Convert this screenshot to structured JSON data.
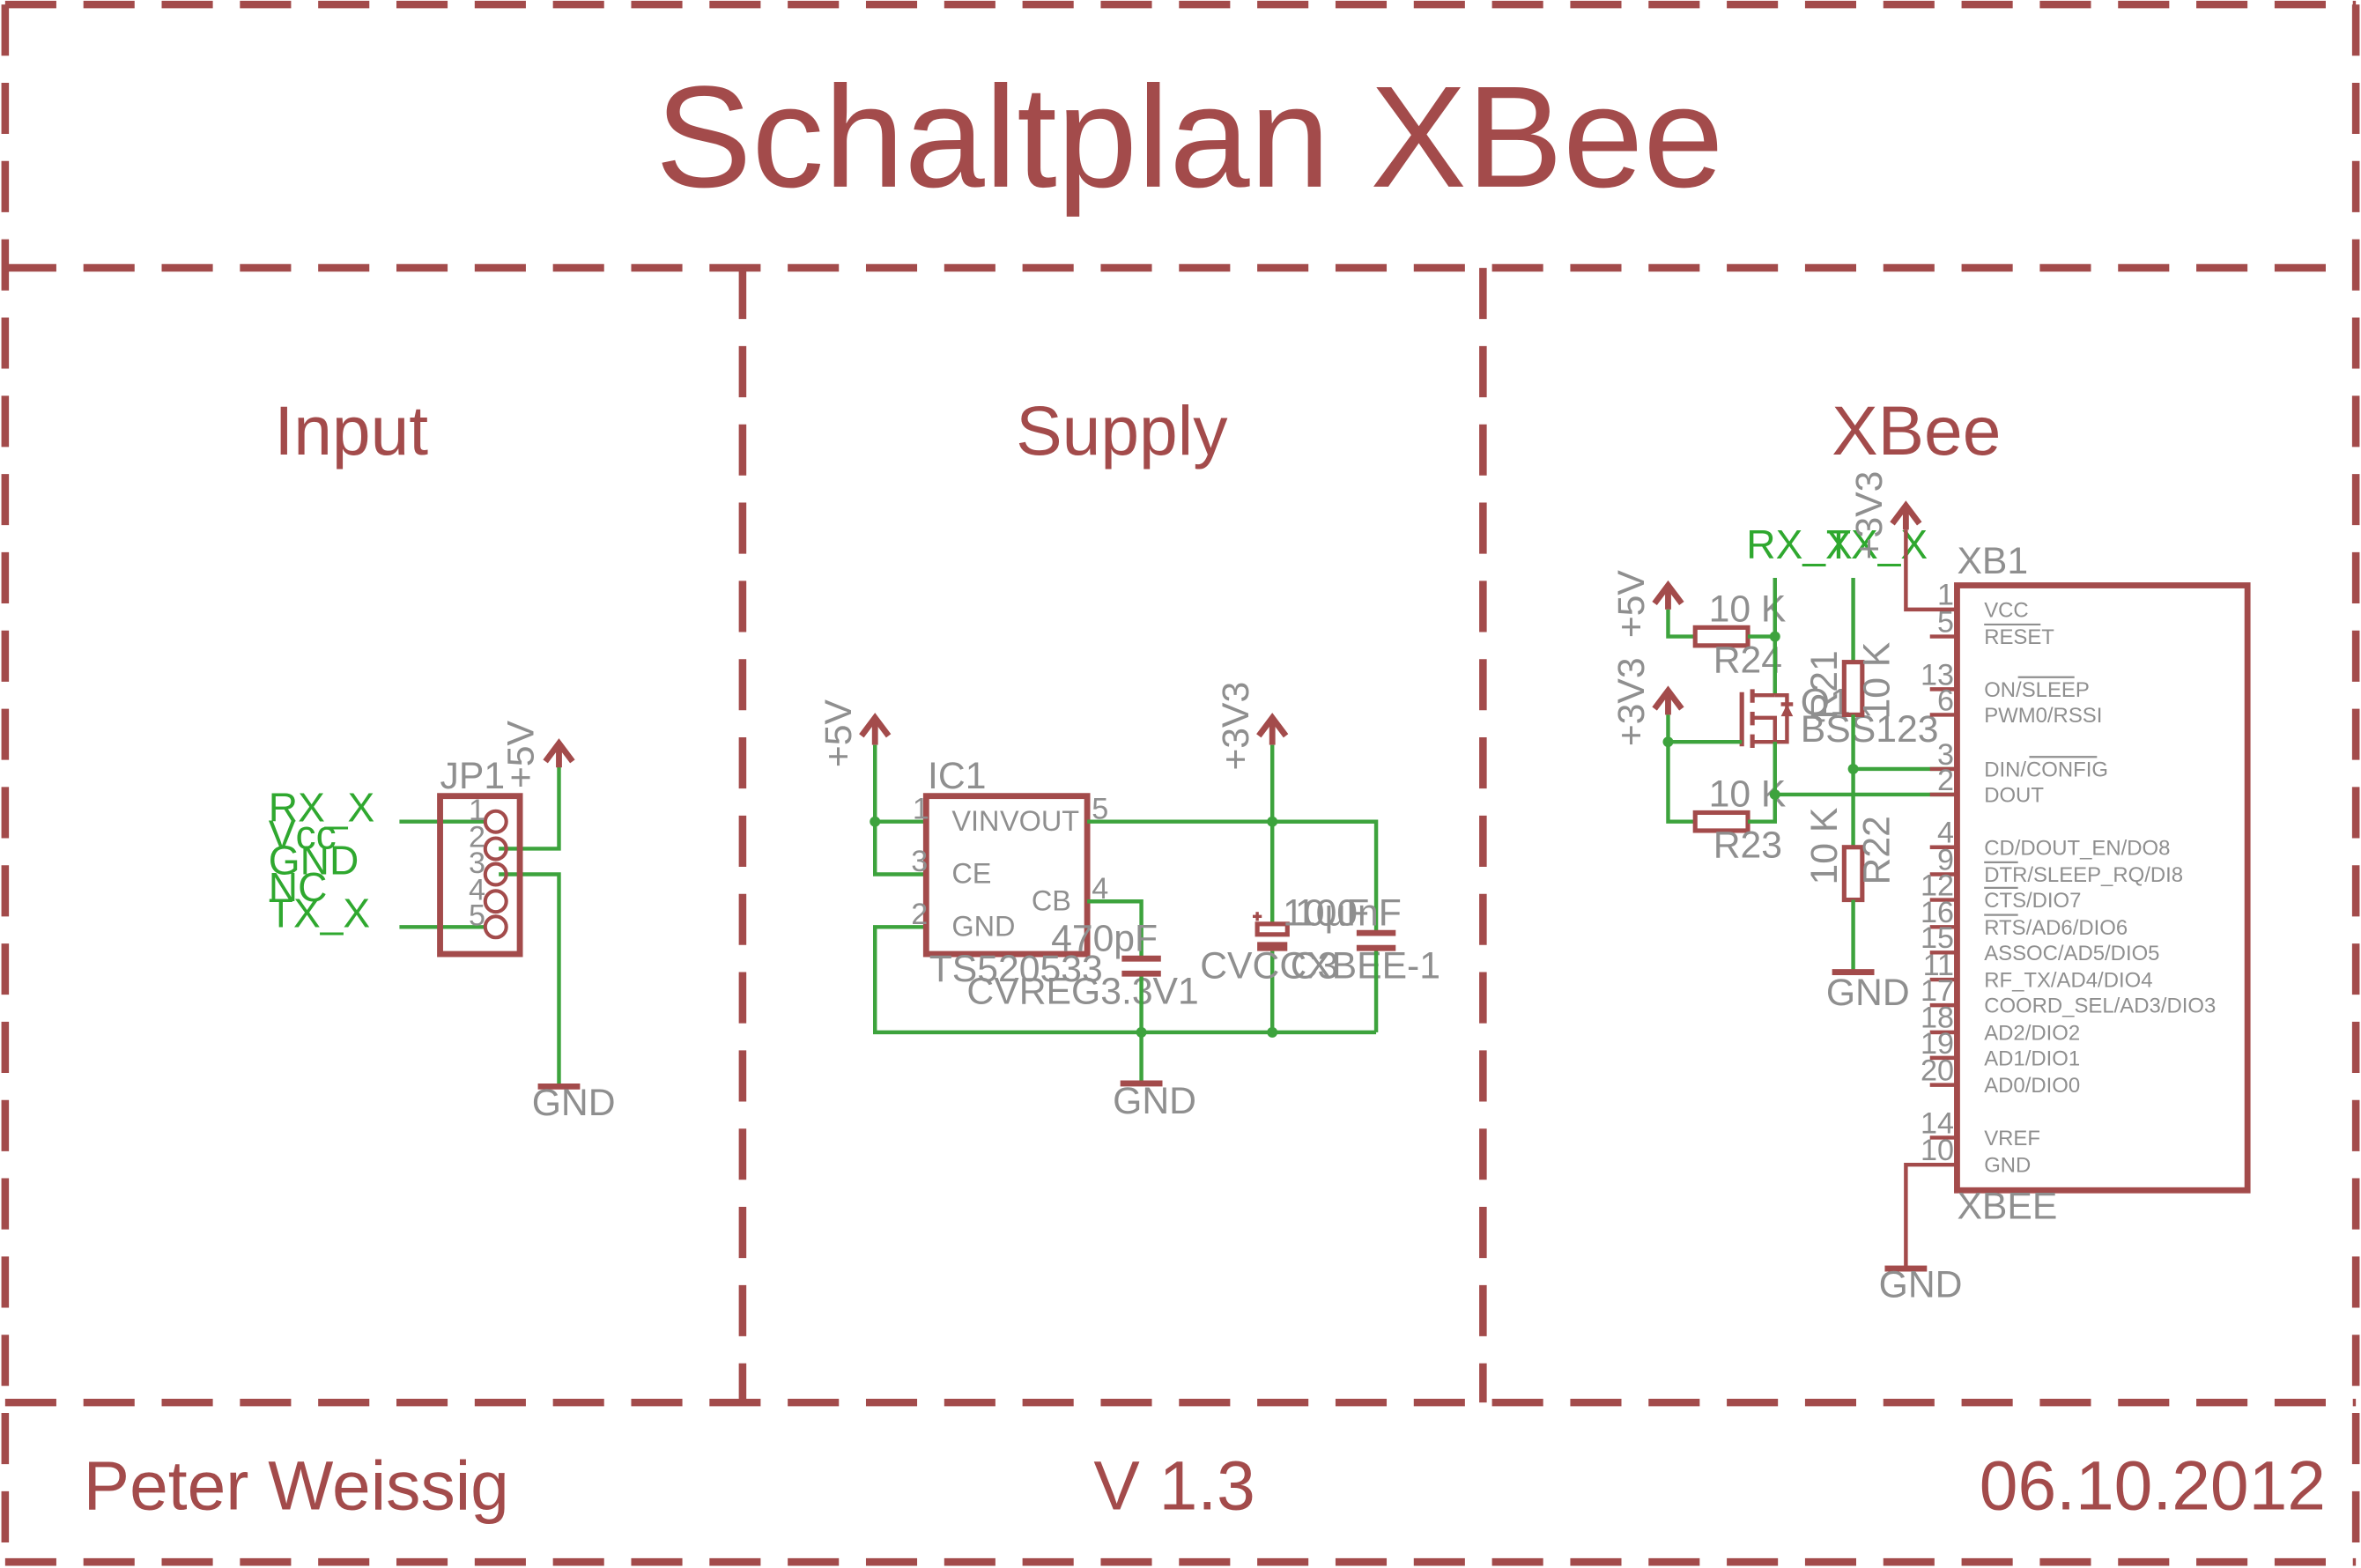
{
  "title": "Schaltplan XBee",
  "sections": {
    "input": "Input",
    "supply": "Supply",
    "xbee": "XBee"
  },
  "footer": {
    "author": "Peter Weissig",
    "version": "V 1.3",
    "date": "06.10.2012"
  },
  "colors": {
    "frame": "#a34b4b",
    "wire": "#3da33d",
    "label": "#8f8f8f",
    "net_label": "#2fa82f"
  },
  "input": {
    "connector": "JP1",
    "signals": [
      "RX_X",
      "Vcc",
      "GND",
      "NC",
      "TX_X"
    ],
    "pins": [
      "1",
      "2",
      "3",
      "4",
      "5"
    ],
    "supply_label": "+5V",
    "gnd_label": "GND"
  },
  "supply": {
    "supply_in": "+5V",
    "supply_out": "+3V3",
    "gnd_label": "GND",
    "regulator": {
      "name": "IC1",
      "part": "TS520533",
      "value": "CVREG3.3V1",
      "pins": {
        "vin": "VIN",
        "vout": "VOUT",
        "ce": "CE",
        "cb": "CB",
        "gnd": "GND"
      },
      "pin_numbers": {
        "vin": "1",
        "ce": "3",
        "gnd": "2",
        "vout": "5",
        "cb": "4"
      }
    },
    "cb_cap_value": "470pF",
    "elko": {
      "value": "10µF",
      "name": "CVCCXBEE-1"
    },
    "cap_value": "100nF",
    "cap_name": "C3"
  },
  "xbee": {
    "rx_net": "RX_X",
    "tx_net": "TX_X",
    "supply_5v": "+5V",
    "supply_3v3": "+3V3",
    "supply_3v3_b": "+3V3",
    "gnd_label": "GND",
    "r24": {
      "name": "R24",
      "value": "10 K"
    },
    "r23": {
      "name": "R23",
      "value": "10 K"
    },
    "r21": {
      "name": "R21",
      "value": "10 K"
    },
    "r22": {
      "name": "R22",
      "value": "10 K"
    },
    "transistor": {
      "name": "Q1",
      "part": "BSS123"
    },
    "module": {
      "name": "XB1",
      "value": "XBEE",
      "pins": [
        {
          "num": "1",
          "name": "VCC"
        },
        {
          "num": "5",
          "name": "RESET"
        },
        {
          "num": "13",
          "name": "ON/SLEEP"
        },
        {
          "num": "6",
          "name": "PWM0/RSSI"
        },
        {
          "num": "3",
          "name": "DIN/CONFIG"
        },
        {
          "num": "2",
          "name": "DOUT"
        },
        {
          "num": "4",
          "name": "CD/DOUT_EN/DO8"
        },
        {
          "num": "9",
          "name": "DTR/SLEEP_RQ/DI8"
        },
        {
          "num": "12",
          "name": "CTS/DIO7"
        },
        {
          "num": "16",
          "name": "RTS/AD6/DIO6"
        },
        {
          "num": "15",
          "name": "ASSOC/AD5/DIO5"
        },
        {
          "num": "11",
          "name": "RF_TX/AD4/DIO4"
        },
        {
          "num": "17",
          "name": "COORD_SEL/AD3/DIO3"
        },
        {
          "num": "18",
          "name": "AD2/DIO2"
        },
        {
          "num": "19",
          "name": "AD1/DIO1"
        },
        {
          "num": "20",
          "name": "AD0/DIO0"
        },
        {
          "num": "14",
          "name": "VREF"
        },
        {
          "num": "10",
          "name": "GND"
        }
      ]
    }
  }
}
